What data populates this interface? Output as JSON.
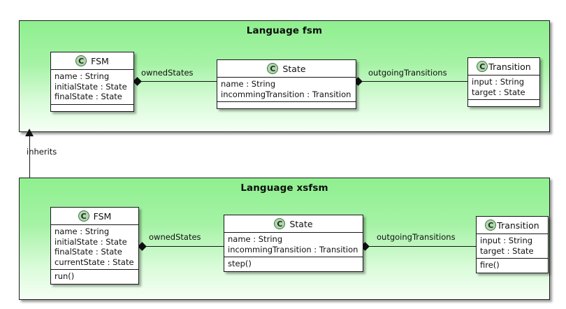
{
  "diagram": {
    "type": "uml-class-diagram",
    "packages": [
      {
        "id": "fsm",
        "title": "Language fsm",
        "classes": [
          {
            "id": "fsm-top",
            "icon": "class-circle-icon",
            "name": "FSM",
            "attributes": [
              "name : String",
              "initialState : State",
              "finalState : State"
            ],
            "operations": []
          },
          {
            "id": "state-top",
            "icon": "class-circle-icon",
            "name": "State",
            "attributes": [
              "name : String",
              "incommingTransition : Transition"
            ],
            "operations": []
          },
          {
            "id": "transition-top",
            "icon": "class-circle-icon",
            "name": "Transition",
            "attributes": [
              "input : String",
              "target : State"
            ],
            "operations": []
          }
        ],
        "associations": [
          {
            "id": "owned-top",
            "label": "ownedStates",
            "source": "FSM",
            "target": "State",
            "kind": "composition"
          },
          {
            "id": "outgoing-top",
            "label": "outgoingTransitions",
            "source": "State",
            "target": "Transition",
            "kind": "composition"
          }
        ]
      },
      {
        "id": "xsfsm",
        "title": "Language xsfsm",
        "classes": [
          {
            "id": "fsm-bottom",
            "icon": "class-circle-icon",
            "name": "FSM",
            "attributes": [
              "name : String",
              "initialState : State",
              "finalState : State",
              "currentState : State"
            ],
            "operations": [
              "run()"
            ]
          },
          {
            "id": "state-bottom",
            "icon": "class-circle-icon",
            "name": "State",
            "attributes": [
              "name : String",
              "incommingTransition : Transition"
            ],
            "operations": [
              "step()"
            ]
          },
          {
            "id": "transition-bottom",
            "icon": "class-circle-icon",
            "name": "Transition",
            "attributes": [
              "input : String",
              "target : State"
            ],
            "operations": [
              "fire()"
            ]
          }
        ],
        "associations": [
          {
            "id": "owned-bottom",
            "label": "ownedStates",
            "source": "FSM",
            "target": "State",
            "kind": "composition"
          },
          {
            "id": "outgoing-bottom",
            "label": "outgoingTransitions",
            "source": "State",
            "target": "Transition",
            "kind": "composition"
          }
        ]
      }
    ],
    "package_relation": {
      "label": "inherits",
      "source": "Language xsfsm",
      "target": "Language fsm",
      "kind": "generalization"
    },
    "icons": {
      "class_letter": "C"
    },
    "colors": {
      "package_fill_top": "#8ff08f",
      "package_fill_bottom": "#f5fff5",
      "class_fill": "#ffffff",
      "stroke": "#161616",
      "icon_fill": "#b4d3b2",
      "icon_stroke": "#3a7a3a"
    }
  }
}
